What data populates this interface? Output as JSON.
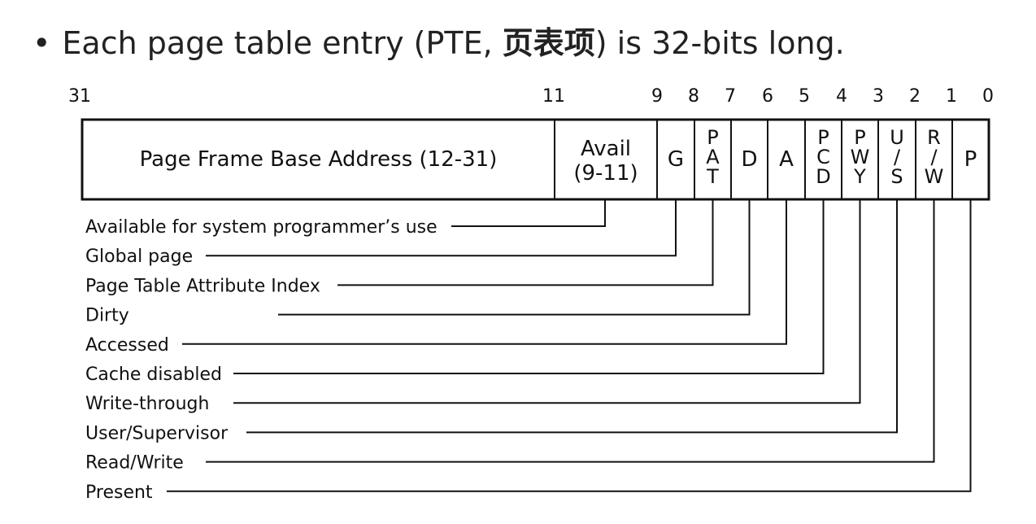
{
  "title": {
    "bullet": "•",
    "text_before": "Each page table entry (PTE, ",
    "text_cjk": "页表项",
    "text_after": ") is 32-bits long."
  },
  "bit_numbers": [
    "31",
    "11",
    "9",
    "8",
    "7",
    "6",
    "5",
    "4",
    "3",
    "2",
    "1",
    "0"
  ],
  "cells": [
    {
      "id": "base",
      "lines": [
        "Page Frame Base Address (12-31)"
      ]
    },
    {
      "id": "avail",
      "lines": [
        "Avail",
        "(9-11)"
      ]
    },
    {
      "id": "g",
      "lines": [
        "G"
      ]
    },
    {
      "id": "pat",
      "lines": [
        "P",
        "A",
        "T"
      ]
    },
    {
      "id": "d",
      "lines": [
        "D"
      ]
    },
    {
      "id": "a",
      "lines": [
        "A"
      ]
    },
    {
      "id": "pcd",
      "lines": [
        "P",
        "C",
        "D"
      ]
    },
    {
      "id": "pwt",
      "lines": [
        "P",
        "W",
        "Y"
      ]
    },
    {
      "id": "us",
      "lines": [
        "U",
        "/",
        "S"
      ]
    },
    {
      "id": "rw",
      "lines": [
        "R",
        "/",
        "W"
      ]
    },
    {
      "id": "p",
      "lines": [
        "P"
      ]
    }
  ],
  "legend": [
    {
      "cell": "avail",
      "label": "Available for system programmer’s use"
    },
    {
      "cell": "g",
      "label": "Global page"
    },
    {
      "cell": "pat",
      "label": "Page Table Attribute Index"
    },
    {
      "cell": "d",
      "label": "Dirty"
    },
    {
      "cell": "a",
      "label": "Accessed"
    },
    {
      "cell": "pcd",
      "label": "Cache disabled"
    },
    {
      "cell": "pwt",
      "label": "Write-through"
    },
    {
      "cell": "us",
      "label": "User/Supervisor"
    },
    {
      "cell": "rw",
      "label": "Read/Write"
    },
    {
      "cell": "p",
      "label": "Present"
    }
  ]
}
